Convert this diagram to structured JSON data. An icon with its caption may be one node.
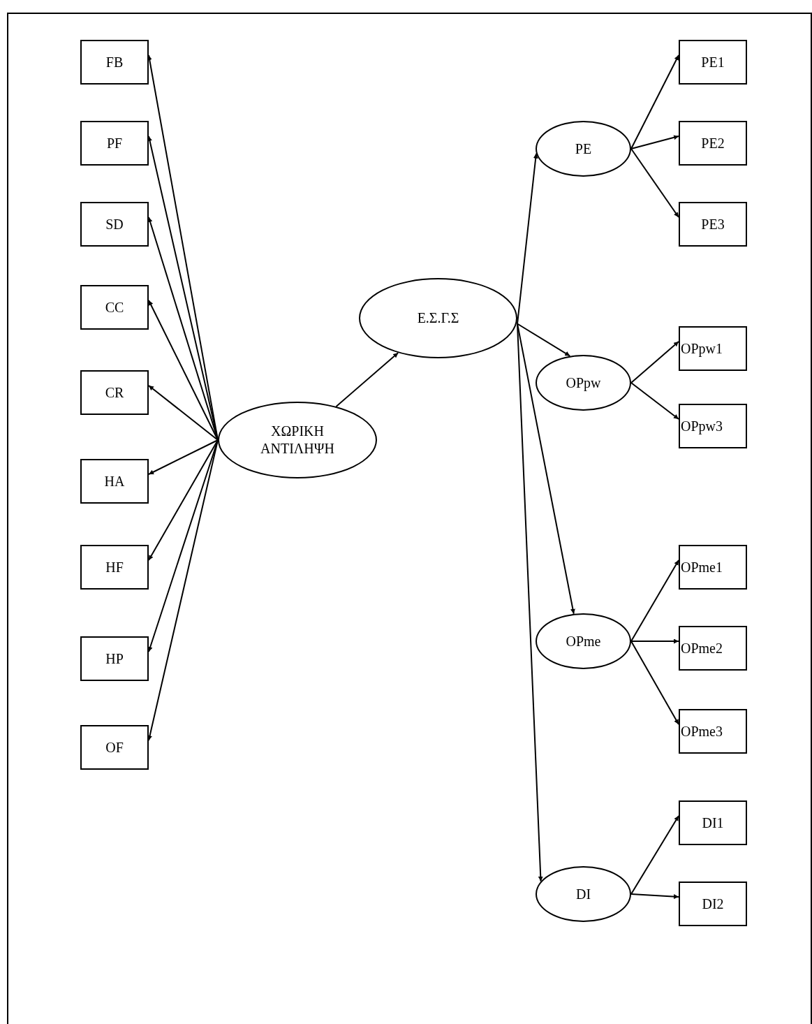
{
  "diagram": {
    "nodes": [
      {
        "text": [
          "FB"
        ]
      },
      {
        "text": [
          "PF"
        ]
      },
      {
        "text": [
          "SD"
        ]
      },
      {
        "text": [
          "CC"
        ]
      },
      {
        "text": [
          "CR"
        ]
      },
      {
        "text": [
          "HA"
        ]
      },
      {
        "text": [
          "HF"
        ]
      },
      {
        "text": [
          "HP"
        ]
      },
      {
        "text": [
          "OF"
        ]
      },
      {
        "text": [
          "ΧΩΡΙΚΗ ΑΝΤΙΛΗΨΗ"
        ]
      },
      {
        "text": [
          "Ε.Σ.Γ.Σ"
        ]
      },
      {
        "text": [
          "PE"
        ]
      },
      {
        "text": [
          "OPpw"
        ]
      },
      {
        "text": [
          "OPme"
        ]
      },
      {
        "text": [
          "DI"
        ]
      },
      {
        "text": [
          "PE1"
        ]
      },
      {
        "text": [
          "PE2"
        ]
      },
      {
        "text": [
          "PE3"
        ]
      },
      {
        "text": [
          "OPpw1"
        ]
      },
      {
        "text": [
          "OPpw3"
        ]
      },
      {
        "text": [
          "OPme1"
        ]
      },
      {
        "text": [
          "OPme2"
        ]
      },
      {
        "text": [
          "OPme3"
        ]
      },
      {
        "text": [
          "DI1"
        ]
      },
      {
        "text": [
          "DI2"
        ]
      }
    ],
    "edges": [
      {
        "from": 9,
        "to": 0,
        "arrow": "to"
      },
      {
        "from": 9,
        "to": 1,
        "arrow": "to"
      },
      {
        "from": 9,
        "to": 2,
        "arrow": "to"
      },
      {
        "from": 9,
        "to": 3,
        "arrow": "to"
      },
      {
        "from": 9,
        "to": 4,
        "arrow": "to"
      },
      {
        "from": 9,
        "to": 5,
        "arrow": "to"
      },
      {
        "from": 9,
        "to": 6,
        "arrow": "to"
      },
      {
        "from": 9,
        "to": 7,
        "arrow": "to"
      },
      {
        "from": 9,
        "to": 8,
        "arrow": "to"
      },
      {
        "from": 9,
        "to": 10,
        "arrow": "to"
      },
      {
        "from": 10,
        "to": 11,
        "arrow": "to"
      },
      {
        "from": 10,
        "to": 12,
        "arrow": "to"
      },
      {
        "from": 10,
        "to": 13,
        "arrow": "to"
      },
      {
        "from": 10,
        "to": 14,
        "arrow": "to"
      },
      {
        "from": 11,
        "to": 15,
        "arrow": "to"
      },
      {
        "from": 11,
        "to": 16,
        "arrow": "to"
      },
      {
        "from": 11,
        "to": 17,
        "arrow": "to"
      },
      {
        "from": 12,
        "to": 18,
        "arrow": "to"
      },
      {
        "from": 12,
        "to": 19,
        "arrow": "to"
      },
      {
        "from": 13,
        "to": 20,
        "arrow": "to"
      },
      {
        "from": 13,
        "to": 21,
        "arrow": "to"
      },
      {
        "from": 13,
        "to": 22,
        "arrow": "to"
      },
      {
        "from": 14,
        "to": 23,
        "arrow": "to"
      },
      {
        "from": 14,
        "to": 24,
        "arrow": "to"
      }
    ]
  }
}
